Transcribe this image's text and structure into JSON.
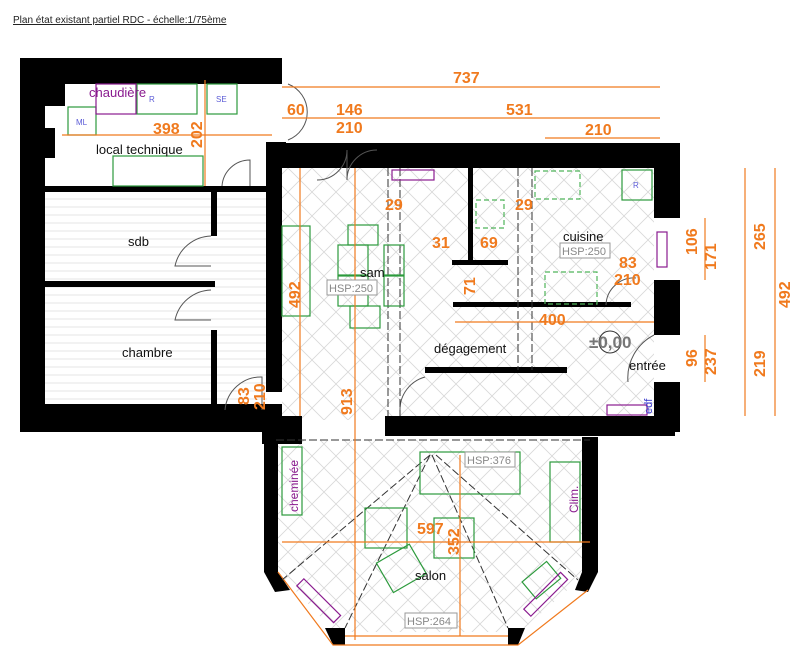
{
  "title": "Plan état existant partiel RDC - échelle:1/75ème",
  "colors": {
    "walls": "#000000",
    "dimensions": "#f07a1e",
    "furniture": "#2c9a3c",
    "radiators": "#8a1b8f",
    "equipment_labels": "#5b5bd6",
    "hsp_labels": "#888888"
  },
  "rooms": {
    "local_technique": "local technique",
    "sdb": "sdb",
    "chambre": "chambre",
    "sam": "sam",
    "cuisine": "cuisine",
    "degagement": "dégagement",
    "entree": "entrée",
    "salon": "salon"
  },
  "equipment": {
    "chaudiere": "chaudière",
    "ml": "ML",
    "r1": "R",
    "se": "SE",
    "r2": "R",
    "edf": "edf",
    "cheminee": "cheminée",
    "clim": "Clim."
  },
  "hsp": {
    "sam": "HSP:250",
    "cuisine": "HSP:250",
    "salon_top": "HSP:376",
    "salon_bottom": "HSP:264"
  },
  "level_marker": "±0,00",
  "dimensions": {
    "top_total": "737",
    "top_60": "60",
    "top_146": "146",
    "top_210_a": "210",
    "top_531": "531",
    "top_210_b": "210",
    "local_398": "398",
    "local_202": "202",
    "sam_29_a": "29",
    "sam_29_b": "29",
    "wall_31": "31",
    "wall_69": "69",
    "wall_71": "71",
    "sam_492": "492",
    "cuisine_83": "83",
    "cuisine_210": "210",
    "deg_400": "400",
    "right_106": "106",
    "right_171": "171",
    "right_265": "265",
    "right_492": "492",
    "right_96": "96",
    "right_237": "237",
    "right_219": "219",
    "chambre_83": "83",
    "chambre_210": "210",
    "sam_913": "913",
    "salon_597": "597",
    "salon_352": "352"
  }
}
